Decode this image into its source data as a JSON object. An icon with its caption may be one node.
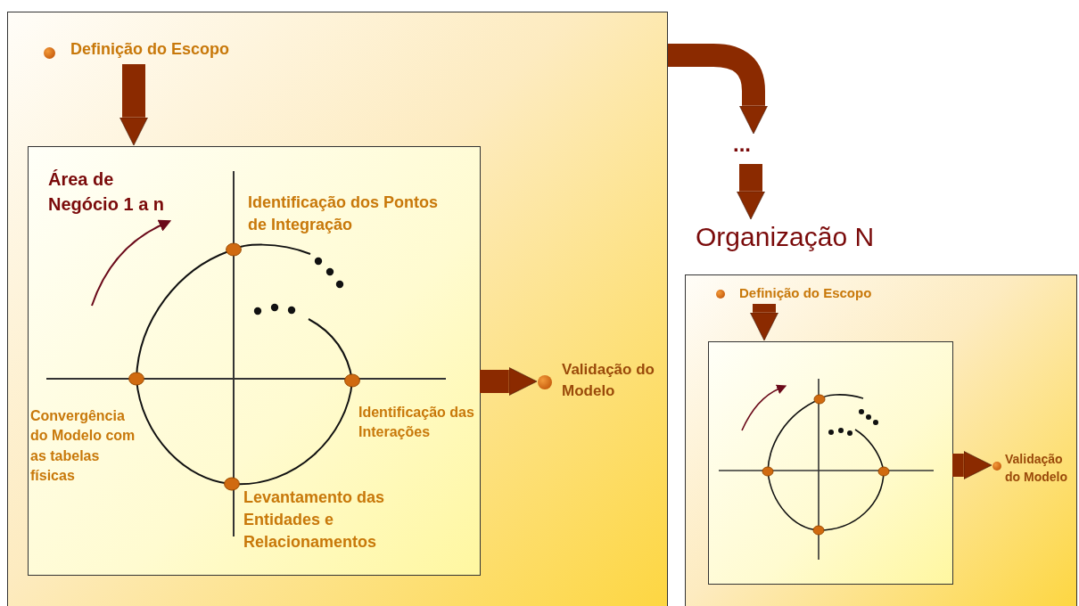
{
  "diagram": {
    "nodes": [
      {
        "text": [],
        "shape": "box"
      },
      {
        "text": [
          "Definição do Escopo"
        ],
        "in": 0
      },
      {
        "text": [
          "Área de Negócio 1 a n"
        ],
        "in": 0
      },
      {
        "text": [
          "Identificação dos Pontos de Integração"
        ],
        "in": 2
      },
      {
        "text": [
          "Identificação das Interações"
        ],
        "in": 2
      },
      {
        "text": [
          "Levantamento das Entidades e Relacionamentos"
        ],
        "in": 2
      },
      {
        "text": [
          "Convergência do Modelo com as tabelas físicas"
        ],
        "in": 2
      },
      {
        "text": [
          "Validação do Modelo"
        ],
        "in": 0
      },
      {
        "text": [
          "..."
        ]
      },
      {
        "text": [
          "Organização N"
        ]
      },
      {
        "text": [],
        "shape": "box"
      },
      {
        "text": [
          "Definição do Escopo"
        ],
        "in": 10
      },
      {
        "text": [],
        "shape": "box",
        "in": 10
      },
      {
        "text": [
          "Validação do Modelo"
        ],
        "in": 10
      }
    ],
    "edges": [
      {
        "from": 1,
        "to": 2,
        "arrow": "to"
      },
      {
        "from": 2,
        "to": 7,
        "arrow": "to"
      },
      {
        "from": 0,
        "to": 8,
        "arrow": "to"
      },
      {
        "from": 8,
        "to": 9,
        "arrow": "to"
      },
      {
        "from": 11,
        "to": 12,
        "arrow": "to"
      },
      {
        "from": 12,
        "to": 13,
        "arrow": "to"
      }
    ]
  }
}
